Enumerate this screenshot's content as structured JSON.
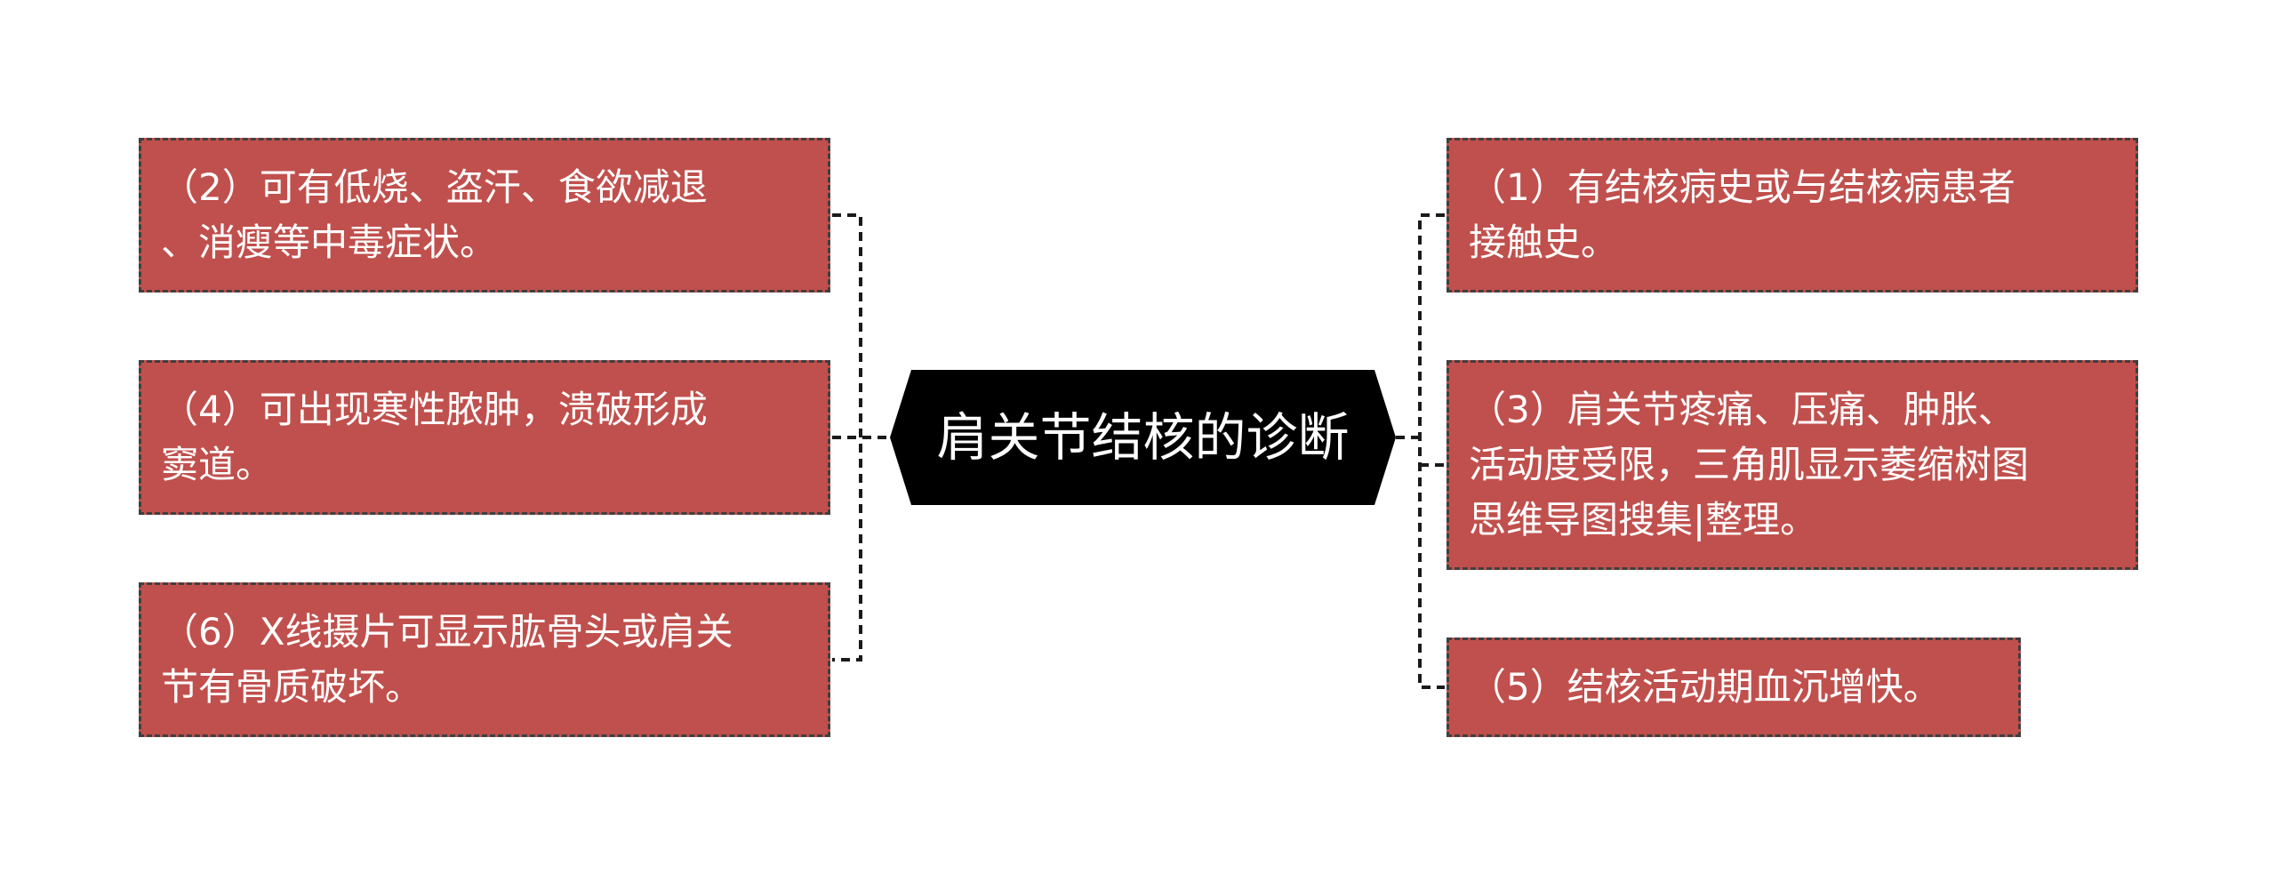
{
  "central_topic": "肩关节结核的诊断",
  "left_nodes": [
    {
      "id": "2",
      "lines": [
        "（2）可有低烧、盗汗、食欲减退",
        "、消瘦等中毒症状。"
      ]
    },
    {
      "id": "4",
      "lines": [
        "（4）可出现寒性脓肿，溃破形成",
        "窦道。"
      ]
    },
    {
      "id": "6",
      "lines": [
        "（6）X线摄片可显示肱骨头或肩关",
        "节有骨质破坏。"
      ]
    }
  ],
  "right_nodes": [
    {
      "id": "1",
      "lines": [
        "（1）有结核病史或与结核病患者",
        "接触史。"
      ]
    },
    {
      "id": "3",
      "lines": [
        "（3）肩关节疼痛、压痛、肿胀、",
        "活动度受限，三角肌显示萎缩树图",
        "思维导图搜集|整理。"
      ]
    },
    {
      "id": "5",
      "lines": [
        "（5）结核活动期血沉增快。"
      ]
    }
  ],
  "colors": {
    "node_fill": "#c0504d",
    "node_border": "#3f3f3f",
    "node_text": "#ffffff",
    "center_fill": "#000000",
    "connector": "#1a1a1a"
  }
}
